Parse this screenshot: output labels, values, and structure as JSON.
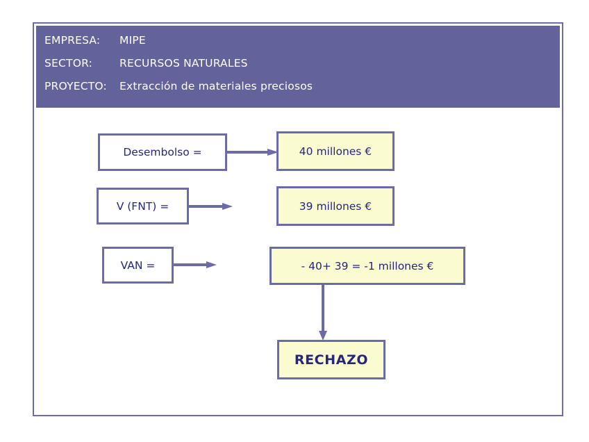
{
  "header": {
    "rows": [
      {
        "label": "EMPRESA:",
        "value": "MIPE"
      },
      {
        "label": "SECTOR:",
        "value": "RECURSOS NATURALES"
      },
      {
        "label": "PROYECTO:",
        "value": "Extracción de materiales preciosos"
      }
    ]
  },
  "diagram": {
    "rows": [
      {
        "term": "Desembolso =",
        "result": "40 millones €"
      },
      {
        "term": "V (FNT) =",
        "result": "39 millones €"
      },
      {
        "term": "VAN =",
        "result": "- 40+ 39 = -1 millones €"
      }
    ],
    "decision": "RECHAZO"
  },
  "colors": {
    "header_background": "#63639b",
    "border": "#6b6ba8",
    "result_fill": "#fbfbd2",
    "term_fill": "#ffffff",
    "text": "#26267d",
    "header_text": "#ffffff"
  }
}
